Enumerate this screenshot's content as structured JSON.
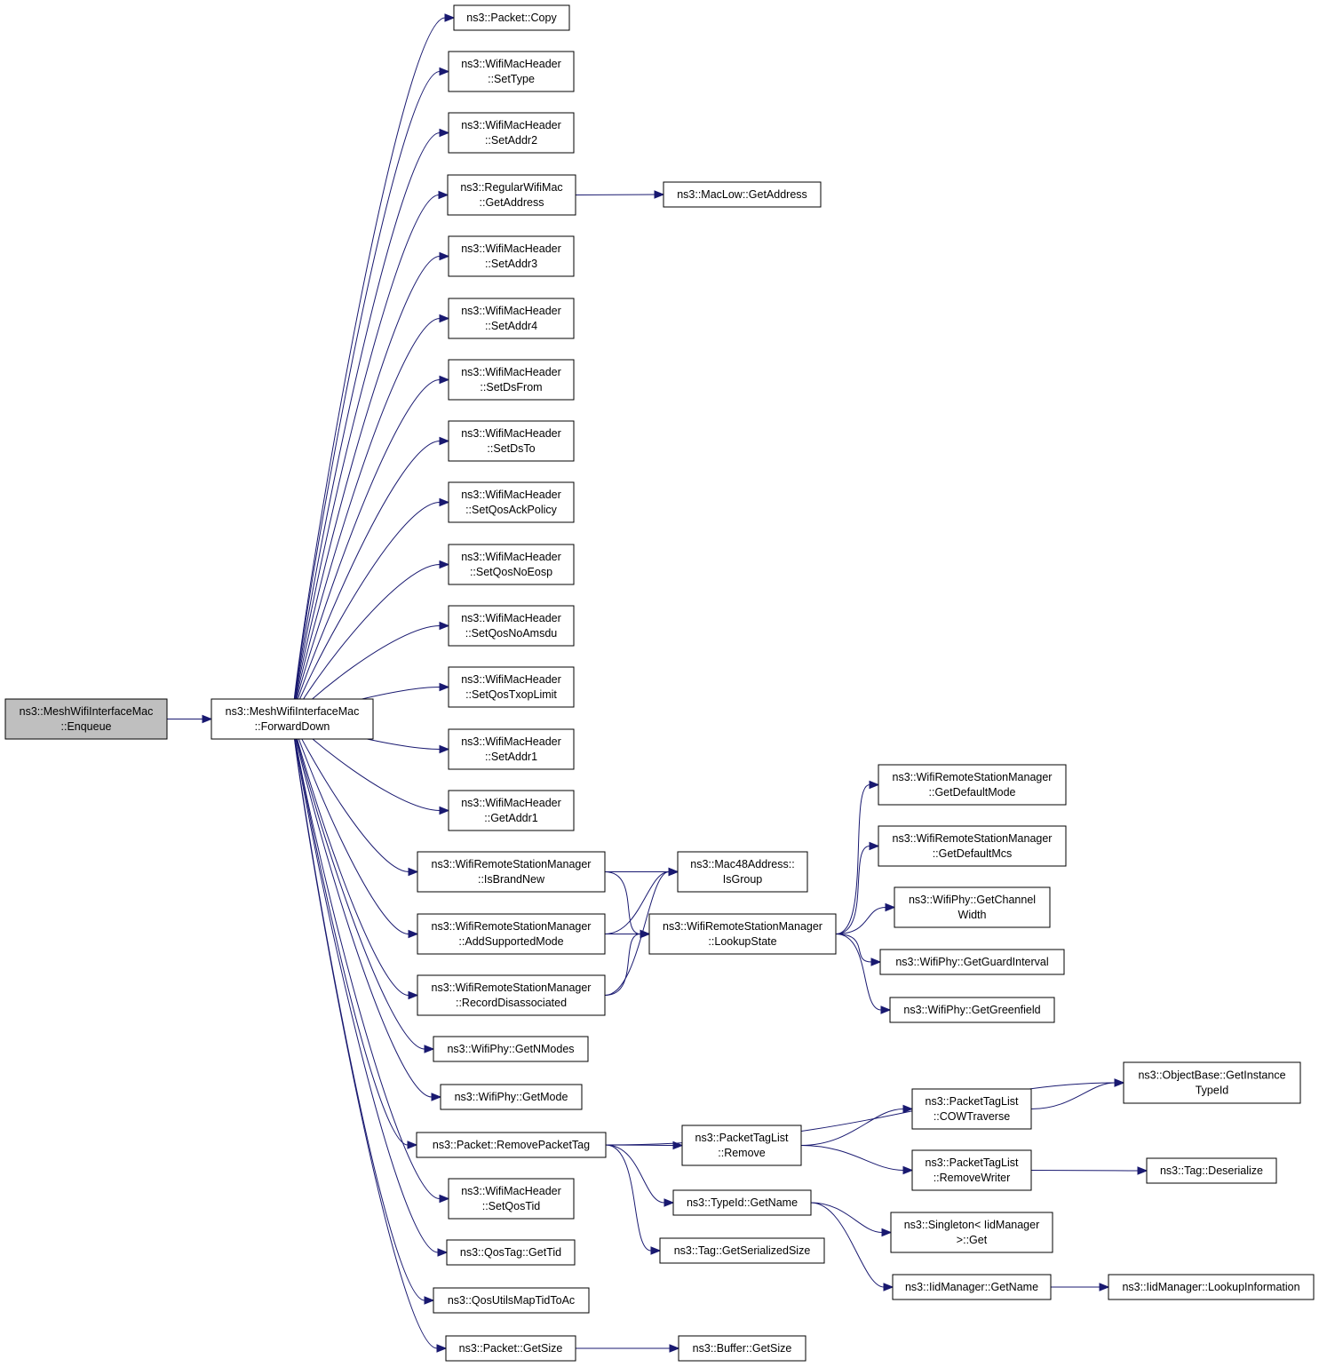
{
  "colors": {
    "edge": "#191970",
    "root_fill": "#bfbfbf",
    "node_fill": "#ffffff",
    "node_stroke": "#000000"
  },
  "nodes": [
    {
      "id": "enqueue",
      "lines": [
        "ns3::MeshWifiInterfaceMac",
        "::Enqueue"
      ],
      "highlight": true
    },
    {
      "id": "forwarddown",
      "lines": [
        "ns3::MeshWifiInterfaceMac",
        "::ForwardDown"
      ]
    },
    {
      "id": "copy",
      "lines": [
        "ns3::Packet::Copy"
      ]
    },
    {
      "id": "settype",
      "lines": [
        "ns3::WifiMacHeader",
        "::SetType"
      ]
    },
    {
      "id": "setaddr2",
      "lines": [
        "ns3::WifiMacHeader",
        "::SetAddr2"
      ]
    },
    {
      "id": "rwm_getaddress",
      "lines": [
        "ns3::RegularWifiMac",
        "::GetAddress"
      ]
    },
    {
      "id": "maclow_getaddress",
      "lines": [
        "ns3::MacLow::GetAddress"
      ]
    },
    {
      "id": "setaddr3",
      "lines": [
        "ns3::WifiMacHeader",
        "::SetAddr3"
      ]
    },
    {
      "id": "setaddr4",
      "lines": [
        "ns3::WifiMacHeader",
        "::SetAddr4"
      ]
    },
    {
      "id": "setdsfrom",
      "lines": [
        "ns3::WifiMacHeader",
        "::SetDsFrom"
      ]
    },
    {
      "id": "setdsto",
      "lines": [
        "ns3::WifiMacHeader",
        "::SetDsTo"
      ]
    },
    {
      "id": "setqosackpolicy",
      "lines": [
        "ns3::WifiMacHeader",
        "::SetQosAckPolicy"
      ]
    },
    {
      "id": "setqosnoeosp",
      "lines": [
        "ns3::WifiMacHeader",
        "::SetQosNoEosp"
      ]
    },
    {
      "id": "setqosnoamsdu",
      "lines": [
        "ns3::WifiMacHeader",
        "::SetQosNoAmsdu"
      ]
    },
    {
      "id": "setqostxoplimit",
      "lines": [
        "ns3::WifiMacHeader",
        "::SetQosTxopLimit"
      ]
    },
    {
      "id": "setaddr1",
      "lines": [
        "ns3::WifiMacHeader",
        "::SetAddr1"
      ]
    },
    {
      "id": "getaddr1",
      "lines": [
        "ns3::WifiMacHeader",
        "::GetAddr1"
      ]
    },
    {
      "id": "isbrandnew",
      "lines": [
        "ns3::WifiRemoteStationManager",
        "::IsBrandNew"
      ]
    },
    {
      "id": "addsupportedmode",
      "lines": [
        "ns3::WifiRemoteStationManager",
        "::AddSupportedMode"
      ]
    },
    {
      "id": "recorddisassociated",
      "lines": [
        "ns3::WifiRemoteStationManager",
        "::RecordDisassociated"
      ]
    },
    {
      "id": "getnmodes",
      "lines": [
        "ns3::WifiPhy::GetNModes"
      ]
    },
    {
      "id": "getmode",
      "lines": [
        "ns3::WifiPhy::GetMode"
      ]
    },
    {
      "id": "removepackettag",
      "lines": [
        "ns3::Packet::RemovePacketTag"
      ]
    },
    {
      "id": "setqostid",
      "lines": [
        "ns3::WifiMacHeader",
        "::SetQosTid"
      ]
    },
    {
      "id": "qostag_gettid",
      "lines": [
        "ns3::QosTag::GetTid"
      ]
    },
    {
      "id": "qosutils",
      "lines": [
        "ns3::QosUtilsMapTidToAc"
      ]
    },
    {
      "id": "packet_getsize",
      "lines": [
        "ns3::Packet::GetSize"
      ]
    },
    {
      "id": "isgroup",
      "lines": [
        "ns3::Mac48Address::",
        "IsGroup"
      ]
    },
    {
      "id": "lookupstate",
      "lines": [
        "ns3::WifiRemoteStationManager",
        "::LookupState"
      ]
    },
    {
      "id": "getdefaultmode",
      "lines": [
        "ns3::WifiRemoteStationManager",
        "::GetDefaultMode"
      ]
    },
    {
      "id": "getdefaultmcs",
      "lines": [
        "ns3::WifiRemoteStationManager",
        "::GetDefaultMcs"
      ]
    },
    {
      "id": "getchannelwidth",
      "lines": [
        "ns3::WifiPhy::GetChannel",
        "Width"
      ]
    },
    {
      "id": "getguardinterval",
      "lines": [
        "ns3::WifiPhy::GetGuardInterval"
      ]
    },
    {
      "id": "getgreenfield",
      "lines": [
        "ns3::WifiPhy::GetGreenfield"
      ]
    },
    {
      "id": "ptl_remove",
      "lines": [
        "ns3::PacketTagList",
        "::Remove"
      ]
    },
    {
      "id": "typeid_getname",
      "lines": [
        "ns3::TypeId::GetName"
      ]
    },
    {
      "id": "tag_getserializedsize",
      "lines": [
        "ns3::Tag::GetSerializedSize"
      ]
    },
    {
      "id": "buffer_getsize",
      "lines": [
        "ns3::Buffer::GetSize"
      ]
    },
    {
      "id": "cowtraverse",
      "lines": [
        "ns3::PacketTagList",
        "::COWTraverse"
      ]
    },
    {
      "id": "removewriter",
      "lines": [
        "ns3::PacketTagList",
        "::RemoveWriter"
      ]
    },
    {
      "id": "singleton_get",
      "lines": [
        "ns3::Singleton< IidManager",
        " >::Get"
      ]
    },
    {
      "id": "iid_getname",
      "lines": [
        "ns3::IidManager::GetName"
      ]
    },
    {
      "id": "getinstancetypeid",
      "lines": [
        "ns3::ObjectBase::GetInstance",
        "TypeId"
      ]
    },
    {
      "id": "tag_deserialize",
      "lines": [
        "ns3::Tag::Deserialize"
      ]
    },
    {
      "id": "lookupinformation",
      "lines": [
        "ns3::IidManager::LookupInformation"
      ]
    }
  ],
  "edges": [
    [
      "enqueue",
      "forwarddown"
    ],
    [
      "forwarddown",
      "copy"
    ],
    [
      "forwarddown",
      "settype"
    ],
    [
      "forwarddown",
      "setaddr2"
    ],
    [
      "forwarddown",
      "rwm_getaddress"
    ],
    [
      "forwarddown",
      "setaddr3"
    ],
    [
      "forwarddown",
      "setaddr4"
    ],
    [
      "forwarddown",
      "setdsfrom"
    ],
    [
      "forwarddown",
      "setdsto"
    ],
    [
      "forwarddown",
      "setqosackpolicy"
    ],
    [
      "forwarddown",
      "setqosnoeosp"
    ],
    [
      "forwarddown",
      "setqosnoamsdu"
    ],
    [
      "forwarddown",
      "setqostxoplimit"
    ],
    [
      "forwarddown",
      "setaddr1"
    ],
    [
      "forwarddown",
      "getaddr1"
    ],
    [
      "forwarddown",
      "isbrandnew"
    ],
    [
      "forwarddown",
      "addsupportedmode"
    ],
    [
      "forwarddown",
      "recorddisassociated"
    ],
    [
      "forwarddown",
      "getnmodes"
    ],
    [
      "forwarddown",
      "getmode"
    ],
    [
      "forwarddown",
      "removepackettag"
    ],
    [
      "forwarddown",
      "setqostid"
    ],
    [
      "forwarddown",
      "qostag_gettid"
    ],
    [
      "forwarddown",
      "qosutils"
    ],
    [
      "forwarddown",
      "packet_getsize"
    ],
    [
      "rwm_getaddress",
      "maclow_getaddress"
    ],
    [
      "isbrandnew",
      "isgroup"
    ],
    [
      "isbrandnew",
      "lookupstate"
    ],
    [
      "addsupportedmode",
      "isgroup"
    ],
    [
      "addsupportedmode",
      "lookupstate"
    ],
    [
      "recorddisassociated",
      "isgroup"
    ],
    [
      "recorddisassociated",
      "lookupstate"
    ],
    [
      "lookupstate",
      "getdefaultmode"
    ],
    [
      "lookupstate",
      "getdefaultmcs"
    ],
    [
      "lookupstate",
      "getchannelwidth"
    ],
    [
      "lookupstate",
      "getguardinterval"
    ],
    [
      "lookupstate",
      "getgreenfield"
    ],
    [
      "removepackettag",
      "getinstancetypeid"
    ],
    [
      "removepackettag",
      "ptl_remove"
    ],
    [
      "removepackettag",
      "typeid_getname"
    ],
    [
      "removepackettag",
      "tag_getserializedsize"
    ],
    [
      "ptl_remove",
      "cowtraverse"
    ],
    [
      "ptl_remove",
      "removewriter"
    ],
    [
      "cowtraverse",
      "getinstancetypeid"
    ],
    [
      "removewriter",
      "tag_deserialize"
    ],
    [
      "typeid_getname",
      "singleton_get"
    ],
    [
      "typeid_getname",
      "iid_getname"
    ],
    [
      "iid_getname",
      "lookupinformation"
    ],
    [
      "packet_getsize",
      "buffer_getsize"
    ]
  ]
}
